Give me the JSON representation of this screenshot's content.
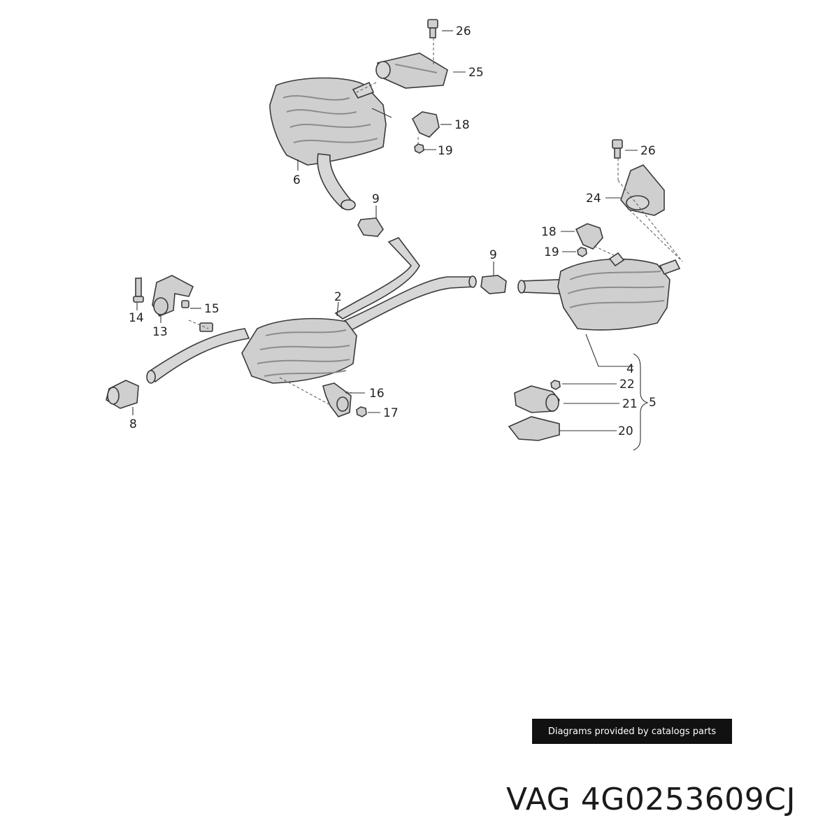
{
  "diagram": {
    "callouts": {
      "c26a": "26",
      "c25": "25",
      "c18a": "18",
      "c19a": "19",
      "c6": "6",
      "c9a": "9",
      "c26b": "26",
      "c24": "24",
      "c18b": "18",
      "c19b": "19",
      "c9b": "9",
      "c2": "2",
      "c14": "14",
      "c15": "15",
      "c13": "13",
      "c4": "4",
      "c22": "22",
      "c21": "21",
      "c5": "5",
      "c20": "20",
      "c16": "16",
      "c17": "17",
      "c8": "8"
    }
  },
  "footer": {
    "credit": "Diagrams provided by catalogs parts",
    "part_number": "VAG 4G0253609CJ"
  },
  "colors": {
    "part_fill": "#cfcfcf",
    "outline": "#3a3a3a",
    "badge_bg": "#111111"
  }
}
